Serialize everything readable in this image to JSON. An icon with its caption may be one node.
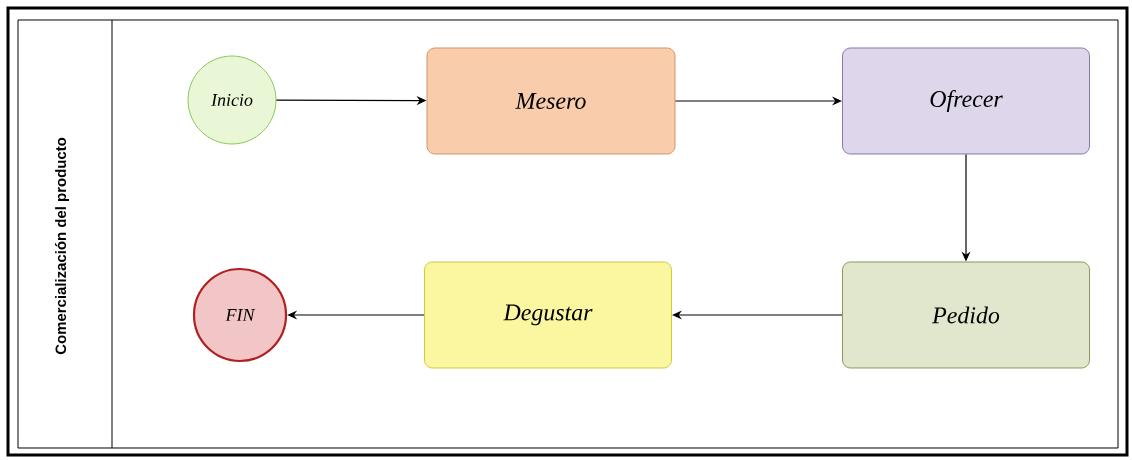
{
  "diagram": {
    "nodes": [
      {
        "text": [
          "Comercialización del producto"
        ]
      },
      {
        "text": [
          "Inicio"
        ],
        "in": 0
      },
      {
        "text": [
          "Mesero"
        ],
        "in": 0
      },
      {
        "text": [
          "Ofrecer"
        ],
        "in": 0
      },
      {
        "text": [
          "Pedido"
        ],
        "in": 0
      },
      {
        "text": [
          "Degustar"
        ],
        "in": 0
      },
      {
        "text": [
          "FIN"
        ],
        "in": 0
      }
    ],
    "edges": [
      {
        "from": 1,
        "to": 2,
        "arrow": "to"
      },
      {
        "from": 2,
        "to": 3,
        "arrow": "to"
      },
      {
        "from": 3,
        "to": 4,
        "arrow": "to"
      },
      {
        "from": 4,
        "to": 5,
        "arrow": "to"
      },
      {
        "from": 5,
        "to": 6,
        "arrow": "to"
      }
    ]
  }
}
